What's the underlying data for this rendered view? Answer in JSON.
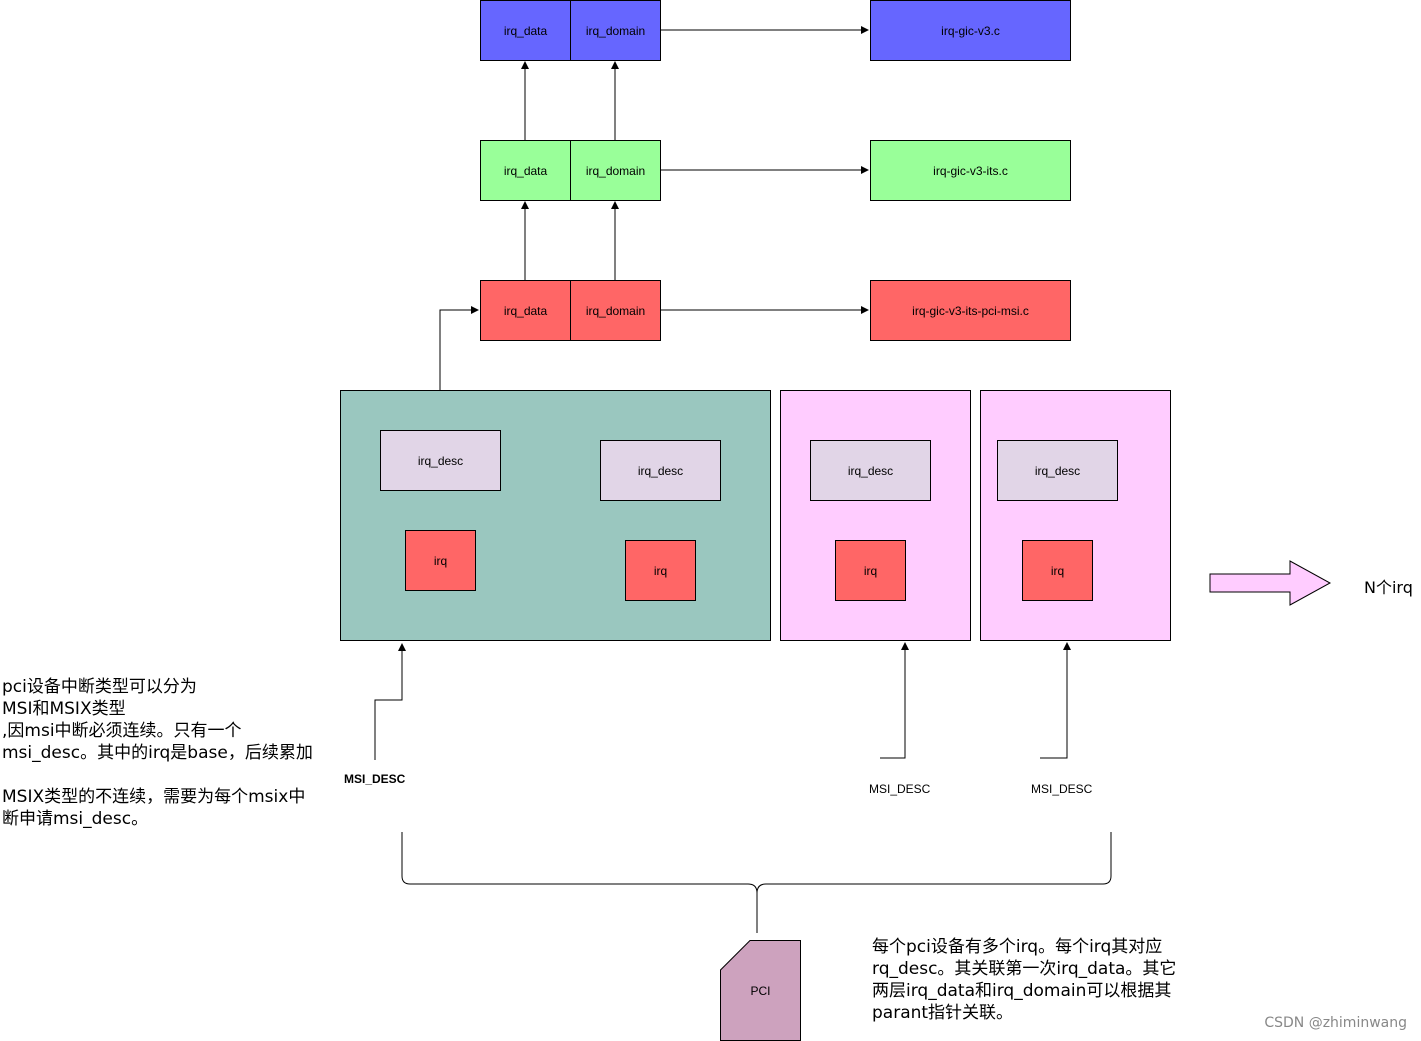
{
  "layers": {
    "top": {
      "data": "irq_data",
      "domain": "irq_domain",
      "file": "irq-gic-v3.c",
      "color": "#6666ff"
    },
    "middle": {
      "data": "irq_data",
      "domain": "irq_domain",
      "file": "irq-gic-v3-its.c",
      "color": "#99ff99"
    },
    "bottom": {
      "data": "irq_data",
      "domain": "irq_domain",
      "file": "irq-gic-v3-its-pci-msi.c",
      "color": "#ff6666"
    }
  },
  "msi_group": {
    "desc1": "irq_desc",
    "irq1": "irq",
    "desc2": "irq_desc",
    "irq2": "irq",
    "label": "MSI_DESC"
  },
  "msix_group1": {
    "desc": "irq_desc",
    "irq": "irq",
    "label": "MSI_DESC"
  },
  "msix_group2": {
    "desc": "irq_desc",
    "irq": "irq",
    "label": "MSI_DESC"
  },
  "n_irq_label": "N个irq",
  "left_note": "pci设备中断类型可以分为\nMSI和MSIX类型\n,因msi中断必须连续。只有一个\nmsi_desc。其中的irq是base，后续累加\n\nMSIX类型的不连续，需要为每个msix中\n断申请msi_desc。",
  "right_note": "每个pci设备有多个irq。每个irq其对应\nrq_desc。其关联第一次irq_data。其它\n两层irq_data和irq_domain可以根据其\nparant指针关联。",
  "pci_label": "PCI",
  "watermark": "CSDN @zhiminwang"
}
